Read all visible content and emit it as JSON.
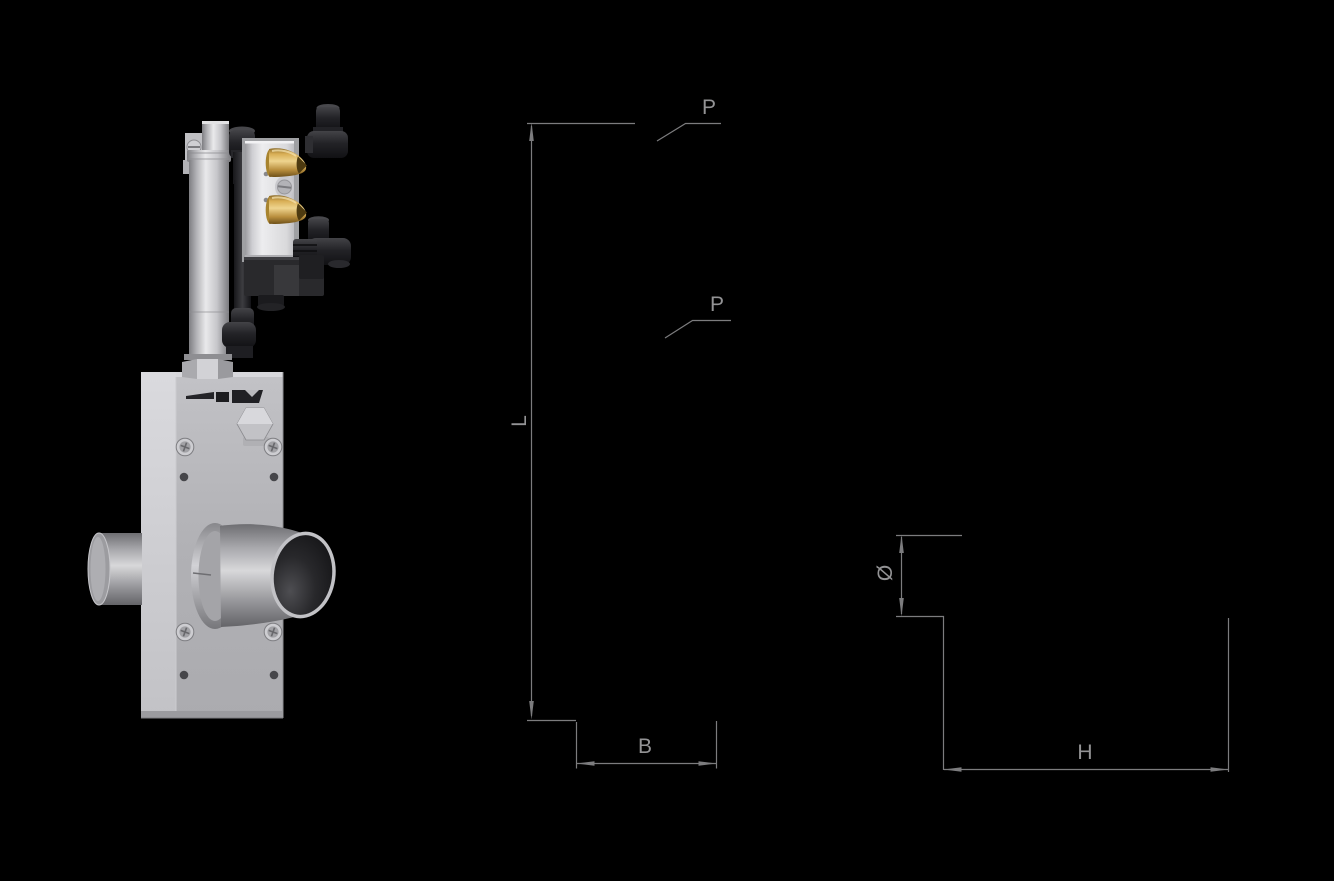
{
  "page": {
    "background": "#000000"
  },
  "drawing": {
    "type": "technical-dimension-drawing",
    "line_color": "#7c7c7e",
    "label_color": "#939395",
    "labels": {
      "port_top": "P",
      "port_bottom": "P",
      "length": "L",
      "width": "B",
      "diameter": "Ø",
      "height": "H"
    }
  },
  "render": {
    "subject": "pneumatic slide gate valve with pilot solenoid valve and silencers",
    "materials": {
      "aluminum": "#c6c6ca",
      "steel_pipe": "#d8d8da",
      "brass_silencer": "#d9ae55",
      "black_fittings": "#232327"
    }
  }
}
